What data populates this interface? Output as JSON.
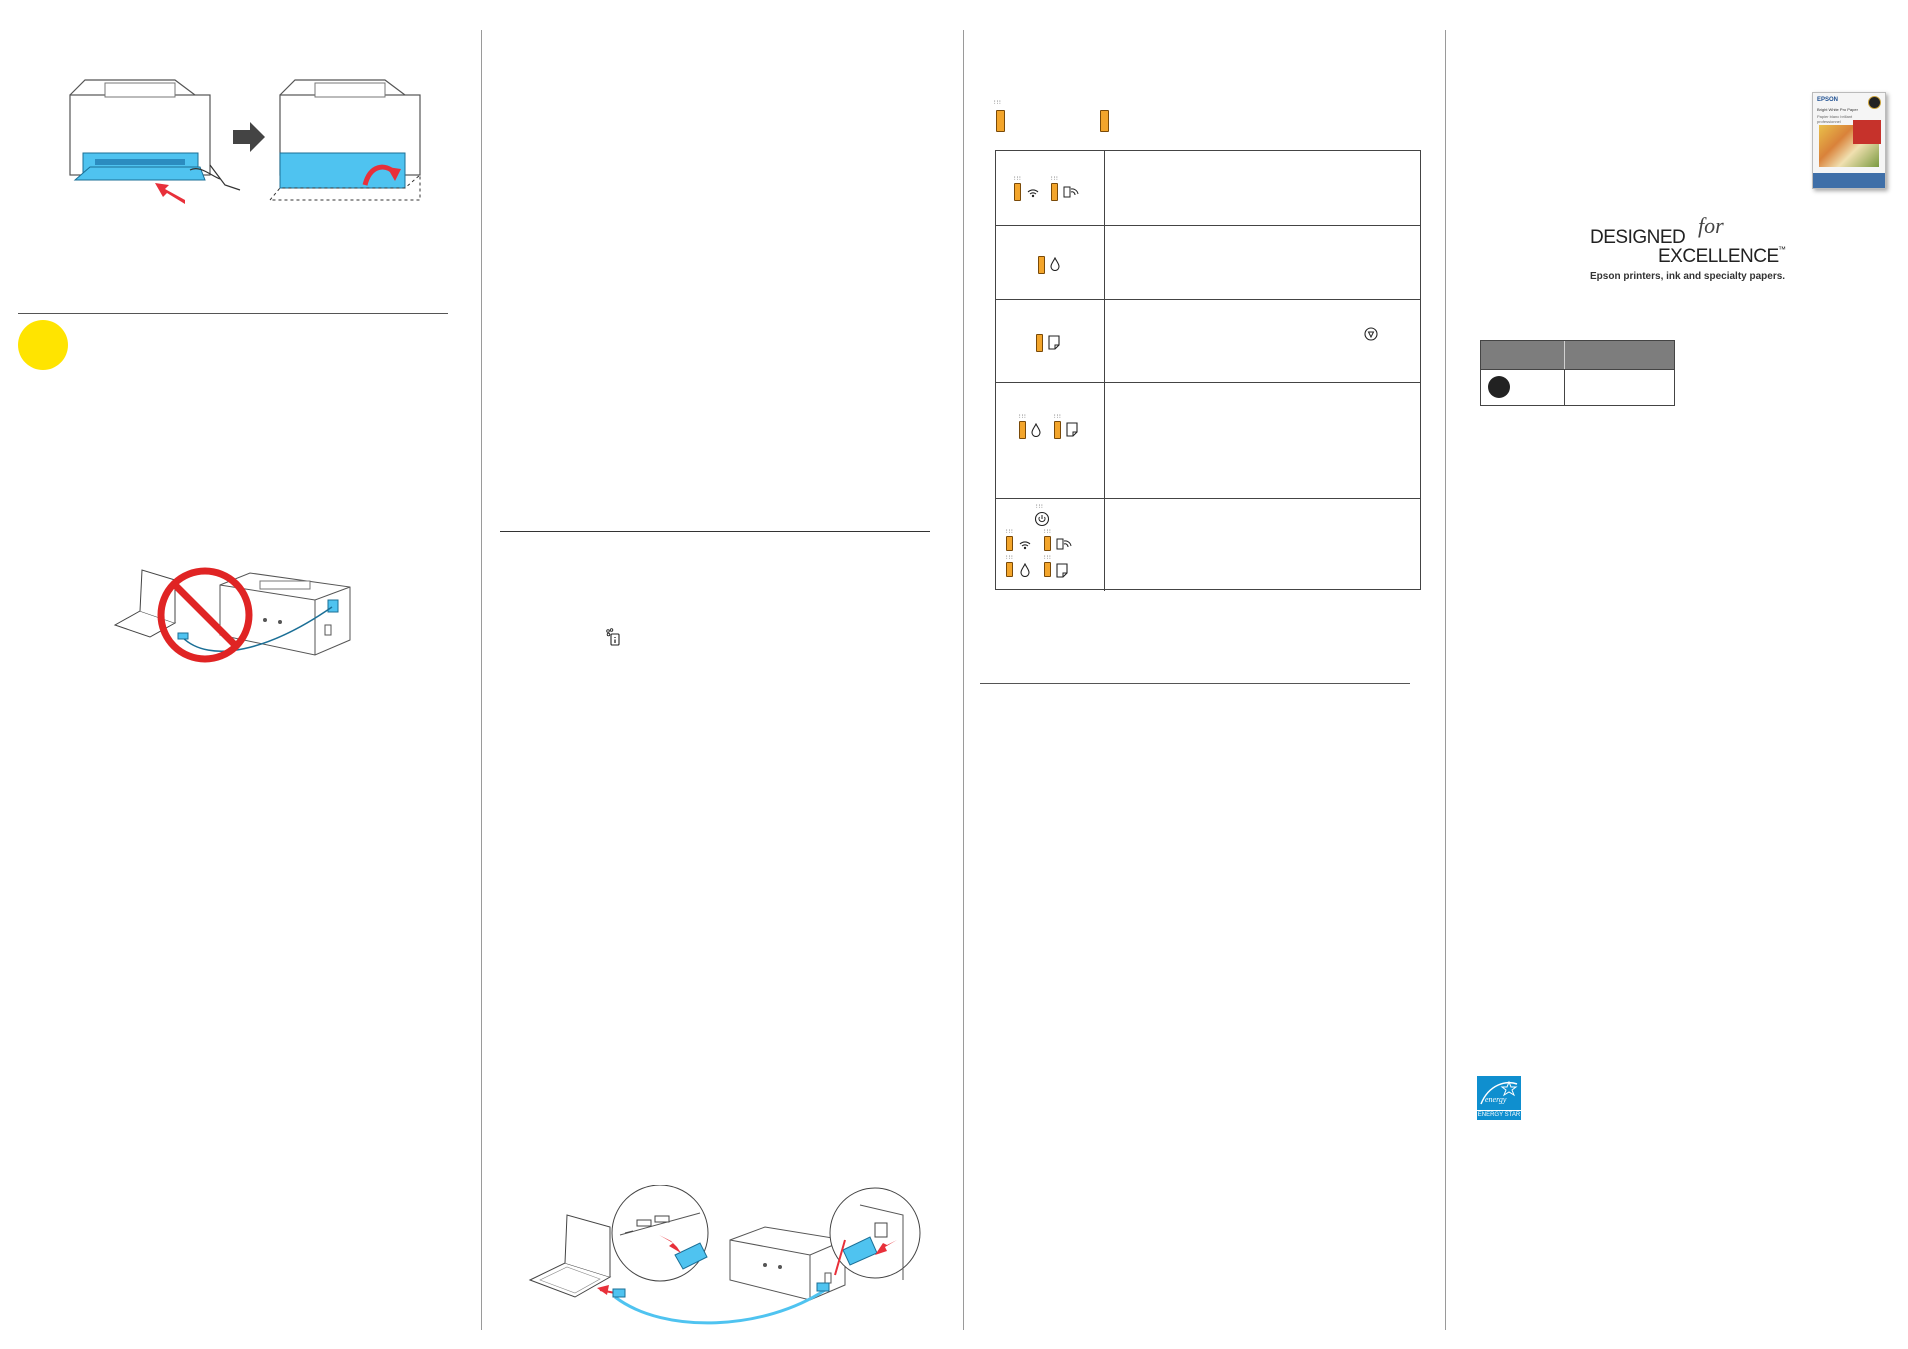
{
  "logo": {
    "designed": "DESIGNED",
    "for": "for",
    "excellence": "EXCELLENCE",
    "tm": "™",
    "tagline": "Epson printers, ink and specialty papers."
  },
  "paper_package": {
    "brand": "EPSON",
    "line1": "Bright White Pro Paper",
    "line2": "Papier blanc brillant professionnel"
  },
  "energy_star": {
    "label": "ENERGY STAR"
  },
  "colors": {
    "indicator_orange": "#f3a52b",
    "illustration_blue": "#4fc3f0",
    "prohibit_red": "#e02424",
    "caution_yellow": "#ffe400",
    "arrow_red": "#e8303a"
  }
}
